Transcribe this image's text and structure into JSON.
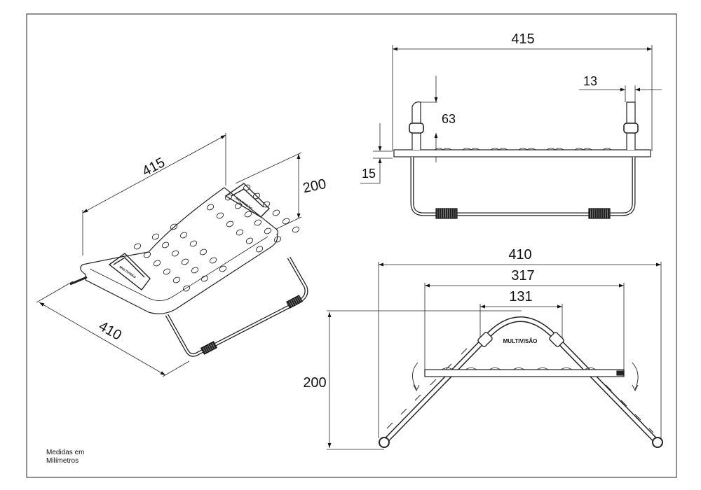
{
  "brand_label": "MULTIVISÃO",
  "note": {
    "line1": "Medidas em",
    "line2": "Milímetros"
  },
  "iso_view": {
    "width_dim": "415",
    "height_dim": "200",
    "depth_dim": "410"
  },
  "top_view": {
    "overall_width": "415",
    "clip_width": "13",
    "post_height": "63",
    "plate_thickness": "15"
  },
  "side_view": {
    "overall_width": "410",
    "platform_width": "317",
    "apex_width": "131",
    "height": "200"
  }
}
